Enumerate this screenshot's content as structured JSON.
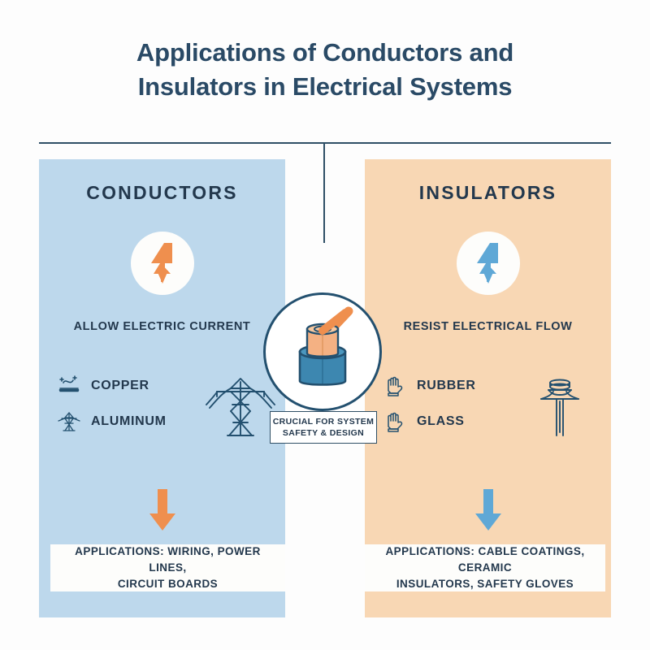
{
  "title": {
    "line1": "Applications of Conductors and",
    "line2": "Insulators in Electrical Systems"
  },
  "colors": {
    "title_text": "#2a4a66",
    "body_text": "#23384d",
    "rule": "#2f4f66",
    "conductor_panel_bg": "#bdd8ec",
    "insulator_panel_bg": "#f8d7b4",
    "conductor_accent": "#ef8f4e",
    "insulator_accent": "#5fa8d6",
    "badge_bg": "#fdfdfb",
    "medallion_border": "#23506f",
    "cable_sheath": "#3d87b0",
    "cable_core": "#f4b183",
    "cable_wire": "#ef8f4e"
  },
  "conductors": {
    "heading": "CONDUCTORS",
    "bolt_icon": "lightning-bolt-icon",
    "subhead": "ALLOW ELECTRIC CURRENT",
    "materials": [
      {
        "label": "COPPER",
        "icon": "charged-wire-icon"
      },
      {
        "label": "ALUMINUM",
        "icon": "transmission-tower-icon"
      }
    ],
    "illustration": "transmission-tower-illustration",
    "arrow": "down-arrow-icon",
    "applications_line1": "APPLICATIONS: WIRING, POWER LINES,",
    "applications_line2": "CIRCUIT BOARDS"
  },
  "insulators": {
    "heading": "INSULATORS",
    "bolt_icon": "lightning-bolt-icon",
    "subhead": "RESIST ELECTRICAL FLOW",
    "materials": [
      {
        "label": "RUBBER",
        "icon": "safety-glove-icon"
      },
      {
        "label": "GLASS",
        "icon": "safety-glove-icon"
      }
    ],
    "illustration": "ceramic-insulator-illustration",
    "arrow": "down-arrow-icon",
    "applications_line1": "APPLICATIONS: CABLE COATINGS, CERAMIC",
    "applications_line2": "INSULATORS, SAFETY GLOVES"
  },
  "center": {
    "medallion_icon": "insulated-cable-illustration",
    "note_line1": "CRUCIAL FOR SYSTEM",
    "note_line2": "SAFETY & DESIGN"
  }
}
